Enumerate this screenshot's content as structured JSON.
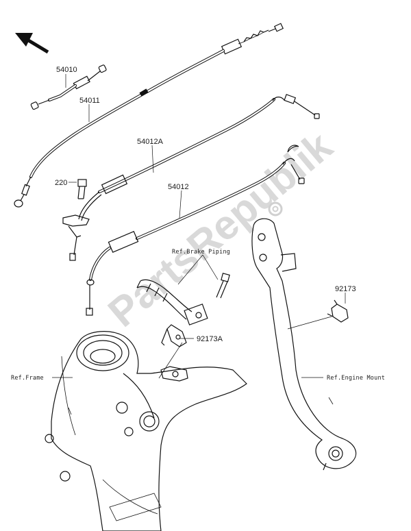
{
  "labels": {
    "p54010": "54010",
    "p54011": "54011",
    "p54012A": "54012A",
    "p54012": "54012",
    "p220": "220",
    "p92173": "92173",
    "p92173A": "92173A"
  },
  "references": {
    "brake_piping": "Ref.Brake Piping",
    "frame": "Ref.Frame",
    "engine_mount": "Ref.Engine Mount"
  },
  "watermark": "PartsRepublik",
  "colors": {
    "line": "#111111",
    "watermark": "#d9d9d9",
    "background": "#ffffff"
  }
}
